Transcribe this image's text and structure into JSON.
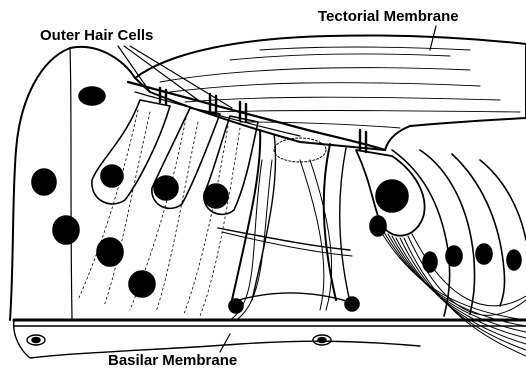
{
  "labels": {
    "outer_hair_cells": "Outer Hair Cells",
    "tectorial_membrane": "Tectorial Membrane",
    "basilar_membrane": "Basilar Membrane"
  },
  "colors": {
    "ink": "#000000",
    "paper": "#ffffff"
  }
}
